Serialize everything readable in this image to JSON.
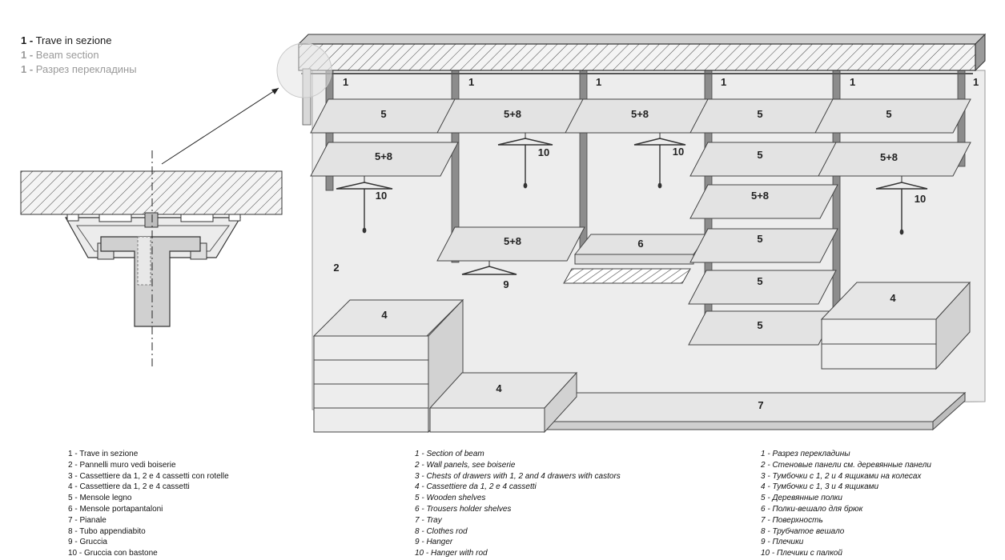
{
  "beam_title": {
    "it": {
      "num": "1 -",
      "text": "Trave in sezione"
    },
    "en": {
      "num": "1 -",
      "text": "Beam section"
    },
    "ru": {
      "num": "1 -",
      "text": "Разрез перекладины"
    }
  },
  "labels": {
    "beam": "1",
    "wall_panel": "2",
    "drawers": "4",
    "shelf": "5",
    "shelf_rod": "5+8",
    "trousers": "6",
    "tray": "7",
    "hanger": "9",
    "hanger_rod": "10"
  },
  "legend_it": [
    "1 - Trave in sezione",
    "2 - Pannelli muro vedi boiserie",
    "3 - Cassettiere da 1, 2 e 4 cassetti con rotelle",
    "4 - Cassettiere da 1, 2 e 4 cassetti",
    "5 - Mensole legno",
    "6 - Mensole portapantaloni",
    "7 - Pianale",
    "8 - Tubo appendiabito",
    "9 - Gruccia",
    "10 - Gruccia con bastone"
  ],
  "legend_en": [
    "1 - Section of beam",
    "2 - Wall panels, see boiserie",
    "3 - Chests of drawers with 1, 2 and 4 drawers with castors",
    "4 - Cassettiere da 1, 2 e 4 cassetti",
    "5 - Wooden shelves",
    "6 - Trousers holder shelves",
    "7 - Tray",
    "8 - Clothes rod",
    "9 - Hanger",
    "10 - Hanger with rod"
  ],
  "legend_ru": [
    "1 - Разрез перекладины",
    "2 - Стеновые панели см. деревянные панели",
    "3 - Тумбочки с 1, 2 и 4 ящиками на колесах",
    "4 - Тумбочки с 1, 3 и 4 ящиками",
    "5 - Деревянные полки",
    "6 - Полки-вешало для брюк",
    "7 - Поверхность",
    "8 - Трубчатое вешало",
    "9 - Плечики",
    "10 - Плечики с палкой"
  ],
  "colors": {
    "line": "#333333",
    "panel": "#ececec",
    "shelf": "#e3e3e3",
    "upright": "#8c8c8c",
    "drawer_side": "#d2d2d2",
    "callout_circle": "#e4e4e4"
  }
}
